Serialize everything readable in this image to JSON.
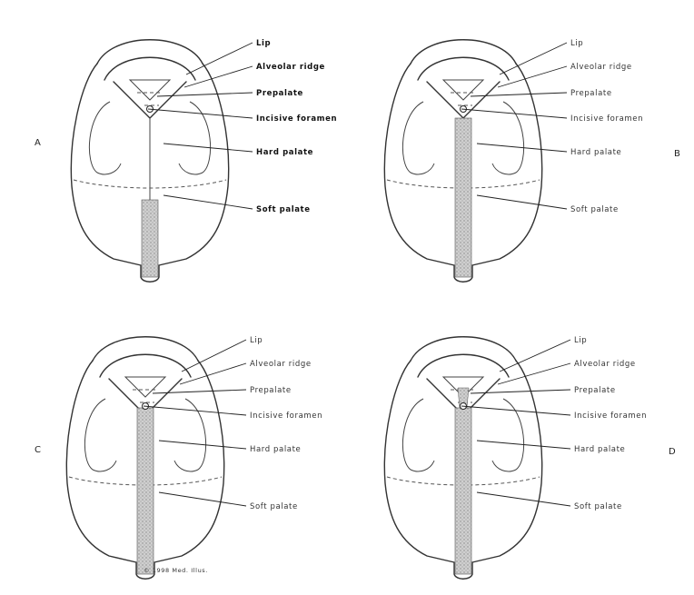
{
  "panels": [
    {
      "id": "A",
      "letter": "A",
      "cleft": "soft-palate-only",
      "labels": [
        "Lip",
        "Alveolar ridge",
        "Prepalate",
        "Incisive foramen",
        "Hard palate",
        "Soft palate"
      ]
    },
    {
      "id": "B",
      "letter": "B",
      "cleft": "hard-and-soft-palate",
      "labels": [
        "Lip",
        "Alveolar ridge",
        "Prepalate",
        "Incisive foramen",
        "Hard palate",
        "Soft palate"
      ]
    },
    {
      "id": "C",
      "letter": "C",
      "cleft": "complete-palate",
      "labels": [
        "Lip",
        "Alveolar ridge",
        "Prepalate",
        "Incisive foramen",
        "Hard palate",
        "Soft palate"
      ],
      "credit": "© 1998 Med. Illus."
    },
    {
      "id": "D",
      "letter": "D",
      "cleft": "complete-palate-and-prepalate",
      "labels": [
        "Lip",
        "Alveolar ridge",
        "Prepalate",
        "Incisive foramen",
        "Hard palate",
        "Soft palate"
      ]
    }
  ],
  "colors": {
    "line": "#333333",
    "cleft_shading": "#b5b5b5"
  }
}
